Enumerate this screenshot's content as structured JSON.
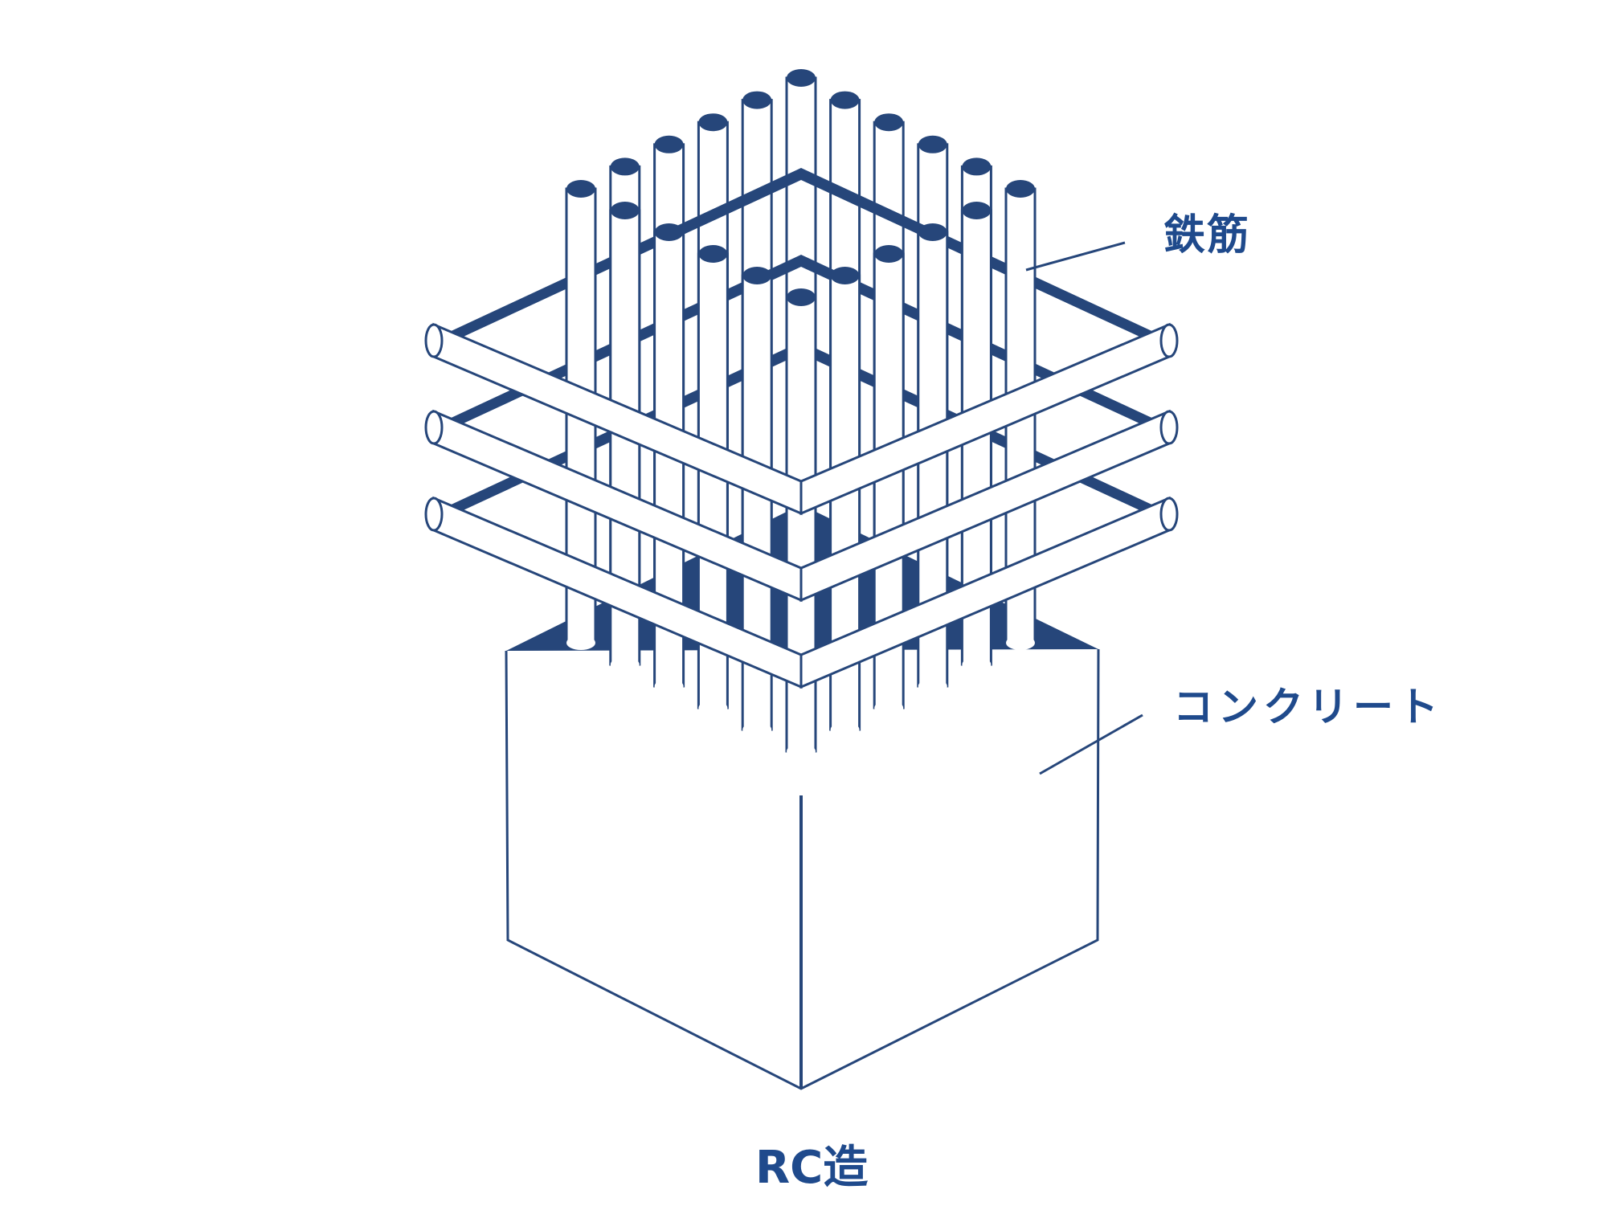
{
  "labels": {
    "rebar": "鉄筋",
    "concrete": "コンクリート",
    "title": "RC造"
  },
  "colors": {
    "primary": "#26467a",
    "label_text": "#1f4a8c",
    "background": "#ffffff"
  },
  "figure": {
    "subject": "reinforced-concrete column",
    "parts": [
      "rebar",
      "concrete"
    ],
    "rebar_count_per_row": 11,
    "hoop_count": 3
  }
}
